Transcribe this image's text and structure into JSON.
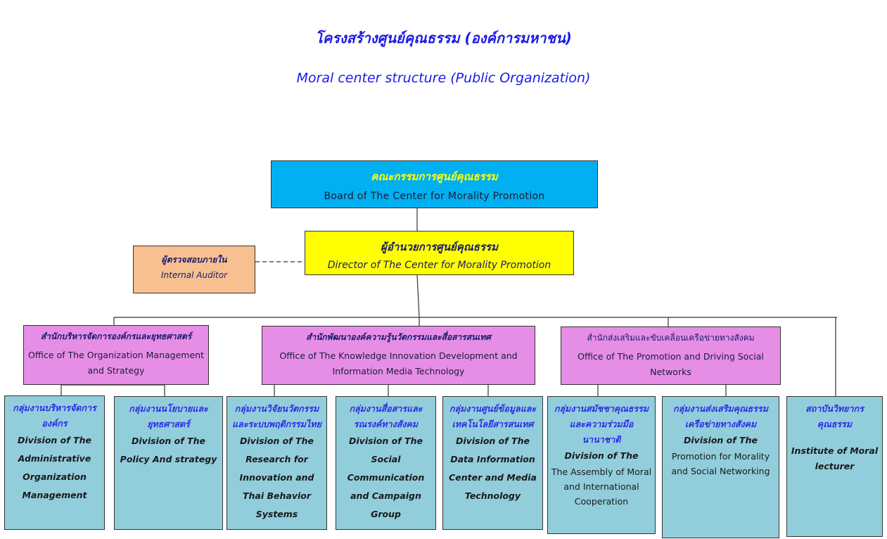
{
  "title_th": "โครงสร้างศูนย์คุณธรรม (องค์การมหาชน)",
  "title_en": "Moral center structure (Public Organization)",
  "board": {
    "th": "คณะกรรมการศูนย์คุณธรรม",
    "en": "Board  of  The   Center for Morality Promotion"
  },
  "director": {
    "th": "ผู้อำนวยการศูนย์คุณธรรม",
    "en": "Director of The   Center for Morality Promotion"
  },
  "auditor": {
    "th": "ผู้ตรวจสอบภายใน",
    "en": "Internal Auditor"
  },
  "offices": [
    {
      "th": "สำนักบริหารจัดการองค์กรและยุทธศาสตร์",
      "en": "Office of The Organization Management and   Strategy"
    },
    {
      "th": "สำนักพัฒนาองค์ความรู้นวัตกรรมและสื่อสารสนเทศ",
      "en": "Office of The Knowledge  Innovation Development and Information Media Technology"
    },
    {
      "th": "สำนักส่งเสริมและขับเคลื่อนเครือข่ายทางสังคม",
      "en": "Office of The Promotion and Driving Social Networks"
    }
  ],
  "divisions": [
    {
      "th": "กลุ่มงานบริหารจัดการองค์กร",
      "en": "Division of  The Administrative Organization Management"
    },
    {
      "th": "กลุ่มงานนโยบายและยุทธศาสตร์",
      "en": "Division of  The Policy And strategy"
    },
    {
      "th": "กลุ่มงานวิจัยนวัตกรรมและระบบพฤติกรรมไทย",
      "en": "Division of  The Research for Innovation and Thai Behavior Systems"
    },
    {
      "th": "กลุ่มงานสื่อสารและรณรงค์ทางสังคม",
      "en": "Division of  The Social Communication and Campaign Group"
    },
    {
      "th": "กลุ่มงานศูนย์ข้อมูลและเทคโนโลยีสารสนเทศ",
      "en": "Division of  The Data Information Center and Media Technology"
    },
    {
      "th": "กลุ่มงานสมัชชาคุณธรรมและความร่วมมือนานาชาติ",
      "en_head": "Division of  The",
      "en": "The Assembly of Moral and International Cooperation"
    },
    {
      "th": "กลุ่มงานส่งเสริมคุณธรรมเครือข่ายทางสังคม",
      "en_head": "Division of  The",
      "en": "Promotion  for Morality and  Social Networking"
    },
    {
      "th": "สถาบันวิทยากรคุณธรรม",
      "en": "Institute of  Moral lecturer"
    }
  ],
  "colors": {
    "board": "#00b0f0",
    "director": "#ffff00",
    "auditor": "#f8c090",
    "office": "#e68ee6",
    "division": "#92cddc",
    "title": "#1a1ae6"
  }
}
